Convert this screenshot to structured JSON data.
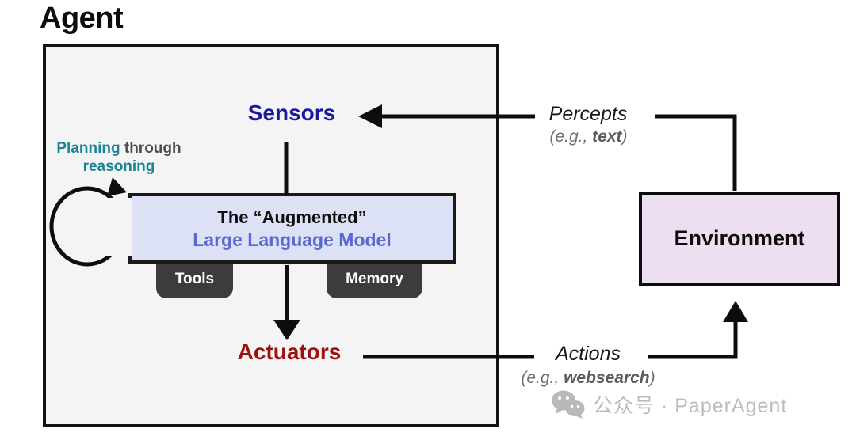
{
  "agent": {
    "title": "Agent",
    "sensors_label": "Sensors",
    "actuators_label": "Actuators",
    "planning": {
      "word1": "Planning",
      "word2": "through",
      "word3": "reasoning"
    },
    "llm_box": {
      "line1": "The “Augmented”",
      "line2": "Large Language Model"
    },
    "tabs": {
      "tools": "Tools",
      "memory": "Memory"
    }
  },
  "flows": {
    "percepts": {
      "label": "Percepts",
      "example_prefix": "(e.g., ",
      "example_bold": "text",
      "example_suffix": ")"
    },
    "actions": {
      "label": "Actions",
      "example_prefix": "(e.g., ",
      "example_bold": "websearch",
      "example_suffix": ")"
    }
  },
  "environment": {
    "label": "Environment"
  },
  "watermark": {
    "icon": "wechat-icon",
    "text": "公众号 · PaperAgent"
  },
  "colors": {
    "teal_accent": "#1b8494",
    "sensors_navy": "#1c1a9b",
    "actuators_red": "#9d1111",
    "llm_purple": "#5b68d1",
    "llm_box_bg": "#dde1f6",
    "env_box_bg": "#eddff2",
    "agent_box_bg": "#f4f4f5",
    "tab_bg": "#3c3c3c",
    "example_gray": "#6e6e6e",
    "watermark_gray": "#bcbcbc",
    "arrow_black": "#0d0d0d"
  }
}
